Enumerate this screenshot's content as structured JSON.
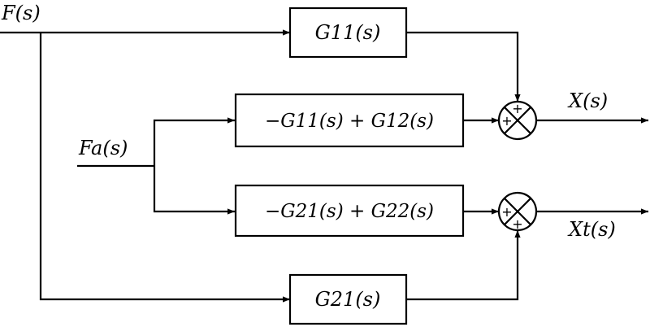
{
  "signals": {
    "input_f": "F(s)",
    "input_fa": "Fa(s)",
    "output_x": "X(s)",
    "output_xt": "Xt(s)"
  },
  "blocks": {
    "top": "G11(s)",
    "mid_upper": "−G11(s) + G12(s)",
    "mid_lower": "−G21(s) + G22(s)",
    "bottom": "G21(s)"
  },
  "summers": {
    "upper": {
      "signs": [
        "+",
        "+"
      ]
    },
    "lower": {
      "signs": [
        "+",
        "+"
      ]
    }
  }
}
